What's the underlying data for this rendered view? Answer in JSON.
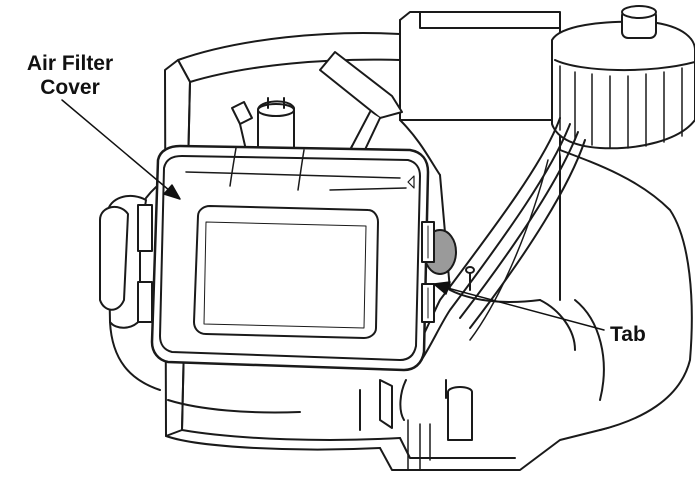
{
  "labels": {
    "air_filter_cover_line1": "Air Filter",
    "air_filter_cover_line2": "Cover",
    "tab": "Tab"
  },
  "colors": {
    "line": "#1a1a1a",
    "fill": "#ffffff",
    "shade": "#9a9a9a"
  }
}
